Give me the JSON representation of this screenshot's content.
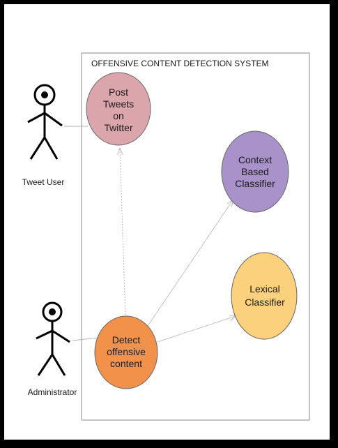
{
  "system": {
    "title": "OFFENSIVE CONTENT DETECTION SYSTEM"
  },
  "actors": [
    {
      "id": "tweet-user",
      "label": "Tweet User"
    },
    {
      "id": "administrator",
      "label": "Administrator"
    }
  ],
  "use_cases": [
    {
      "id": "post-tweets",
      "lines": [
        "Post",
        "Tweets",
        "on",
        "Twitter"
      ],
      "fill": "#dba6ab"
    },
    {
      "id": "context-classifier",
      "lines": [
        "Context",
        "Based",
        "Classifier"
      ],
      "fill": "#a892c9"
    },
    {
      "id": "lexical-classifier",
      "lines": [
        "Lexical",
        "Classifier"
      ],
      "fill": "#fbd17d"
    },
    {
      "id": "detect-content",
      "lines": [
        "Detect",
        "offensive",
        "content"
      ],
      "fill": "#f2924a"
    }
  ],
  "colors": {
    "border": "#000000",
    "line": "#b5b5b5",
    "system_box": "#8c8c8c"
  }
}
